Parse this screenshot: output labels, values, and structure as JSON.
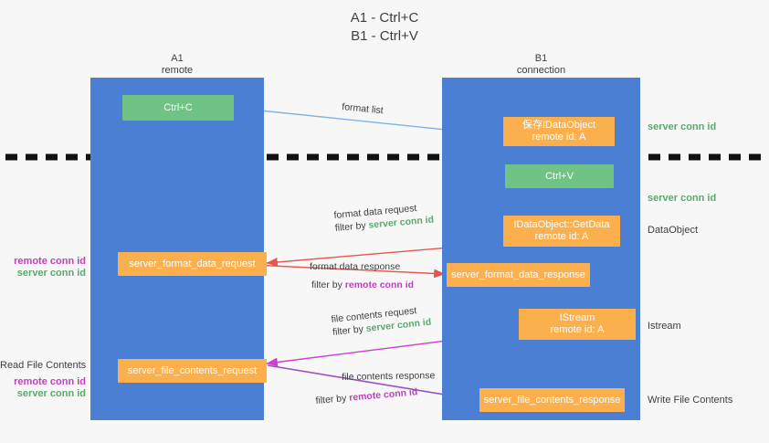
{
  "title": {
    "line1": "A1 - Ctrl+C",
    "line2": "B1 - Ctrl+V"
  },
  "columns": [
    {
      "id": "a1",
      "name": "A1",
      "role": "remote"
    },
    {
      "id": "b1",
      "name": "B1",
      "role": "connection"
    }
  ],
  "nodes": {
    "ctrl_c": {
      "label": "Ctrl+C"
    },
    "save_dataobject": {
      "line1": "保存IDataObject",
      "line2": "remote id: A"
    },
    "ctrl_v": {
      "label": "Ctrl+V"
    },
    "getdata": {
      "line1": "IDataObject::GetData",
      "line2": "remote id: A"
    },
    "istream": {
      "line1": "IStream",
      "line2": "remote id: A"
    },
    "server_format_data_request": {
      "label": "server_format_data_request"
    },
    "server_format_data_response": {
      "label": "server_format_data_response"
    },
    "server_file_contents_request": {
      "label": "server_file_contents_request"
    },
    "server_file_contents_response": {
      "label": "server_file_contents_response"
    }
  },
  "edges": {
    "format_list": {
      "label": "format list"
    },
    "format_data_request": {
      "label": "format data request",
      "filter_prefix": "filter by ",
      "filter_token": "server conn id"
    },
    "format_data_response": {
      "label": "format data response",
      "filter_prefix": "filter by ",
      "filter_token": "remote conn id"
    },
    "file_contents_request": {
      "label": "file contents request",
      "filter_prefix": "filter by ",
      "filter_token": "server conn id"
    },
    "file_contents_response": {
      "label": "file contents response",
      "filter_prefix": "filter by ",
      "filter_token": "remote conn id"
    }
  },
  "right_notes": {
    "server_conn_id_top": "server conn id",
    "server_conn_id_mid": "server conn id",
    "dataobject": "DataObject",
    "istream": "Istream",
    "write_file_contents": "Write File Contents"
  },
  "left_notes": {
    "remote_conn_id_1": "remote conn id",
    "server_conn_id_1": "server conn id",
    "read_file_contents": "Read File Contents",
    "remote_conn_id_2": "remote conn id",
    "server_conn_id_2": "server conn id"
  },
  "colors": {
    "lane": "#4a7fd4",
    "green_node": "#71c285",
    "orange_node": "#fbb04d",
    "token_green": "#5aa86f",
    "token_purple": "#c040c0",
    "arrow_lightblue": "#7fb2e5",
    "arrow_red": "#e8554f",
    "arrow_magenta": "#cc3fcc",
    "arrow_purple": "#9b4fc4",
    "arrow_black": "#111111",
    "divider": "#111111",
    "background": "#f7f7f7"
  }
}
